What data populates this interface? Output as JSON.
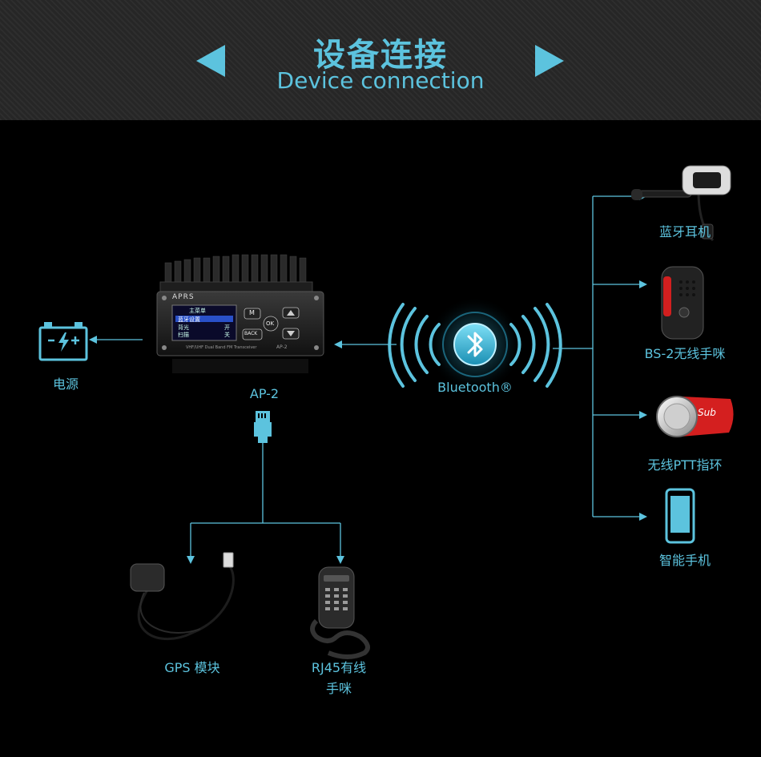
{
  "header": {
    "title_cn": "设备连接",
    "title_en": "Device connection"
  },
  "center": {
    "device_label": "AP-2",
    "device_brand": "APRS",
    "device_subtitle": "VHF/UHF Dual Band FM Transceiver",
    "device_model_small": "AP-2",
    "screen_line1": "主菜单",
    "screen_line2": "蓝牙设置",
    "screen_line3": "背光",
    "screen_line4": "扫描",
    "screen_right3": "开",
    "screen_right4": "关",
    "key_menu": "M",
    "key_back": "BACK",
    "key_ok": "OK"
  },
  "power": {
    "label": "电源"
  },
  "bluetooth": {
    "label": "Bluetooth®"
  },
  "right_devices": [
    {
      "label": "蓝牙耳机"
    },
    {
      "label": "BS-2无线手咪"
    },
    {
      "label": "无线PTT指环"
    },
    {
      "label": "智能手机"
    }
  ],
  "bottom_devices": [
    {
      "label": "GPS 模块"
    },
    {
      "label": "RJ45有线",
      "label2": "手咪"
    }
  ],
  "ring_brand": "Sub",
  "colors": {
    "accent": "#5cc3de",
    "background": "#000000",
    "header": "#262626"
  }
}
